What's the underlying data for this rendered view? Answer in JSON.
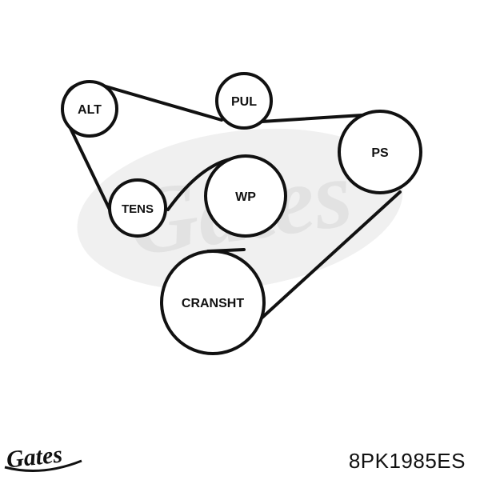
{
  "pulleys": [
    {
      "label": "ALT"
    },
    {
      "label": "PUL"
    },
    {
      "label": "PS"
    },
    {
      "label": "TENS"
    },
    {
      "label": "WP"
    },
    {
      "label": "CRANSHT"
    }
  ],
  "watermark": {
    "text": "Gates"
  },
  "logo": {
    "text": "Gates"
  },
  "part_number": "8PK1985ES",
  "colors": {
    "line": "#111111",
    "watermark": "#ececec",
    "background": "#ffffff"
  }
}
